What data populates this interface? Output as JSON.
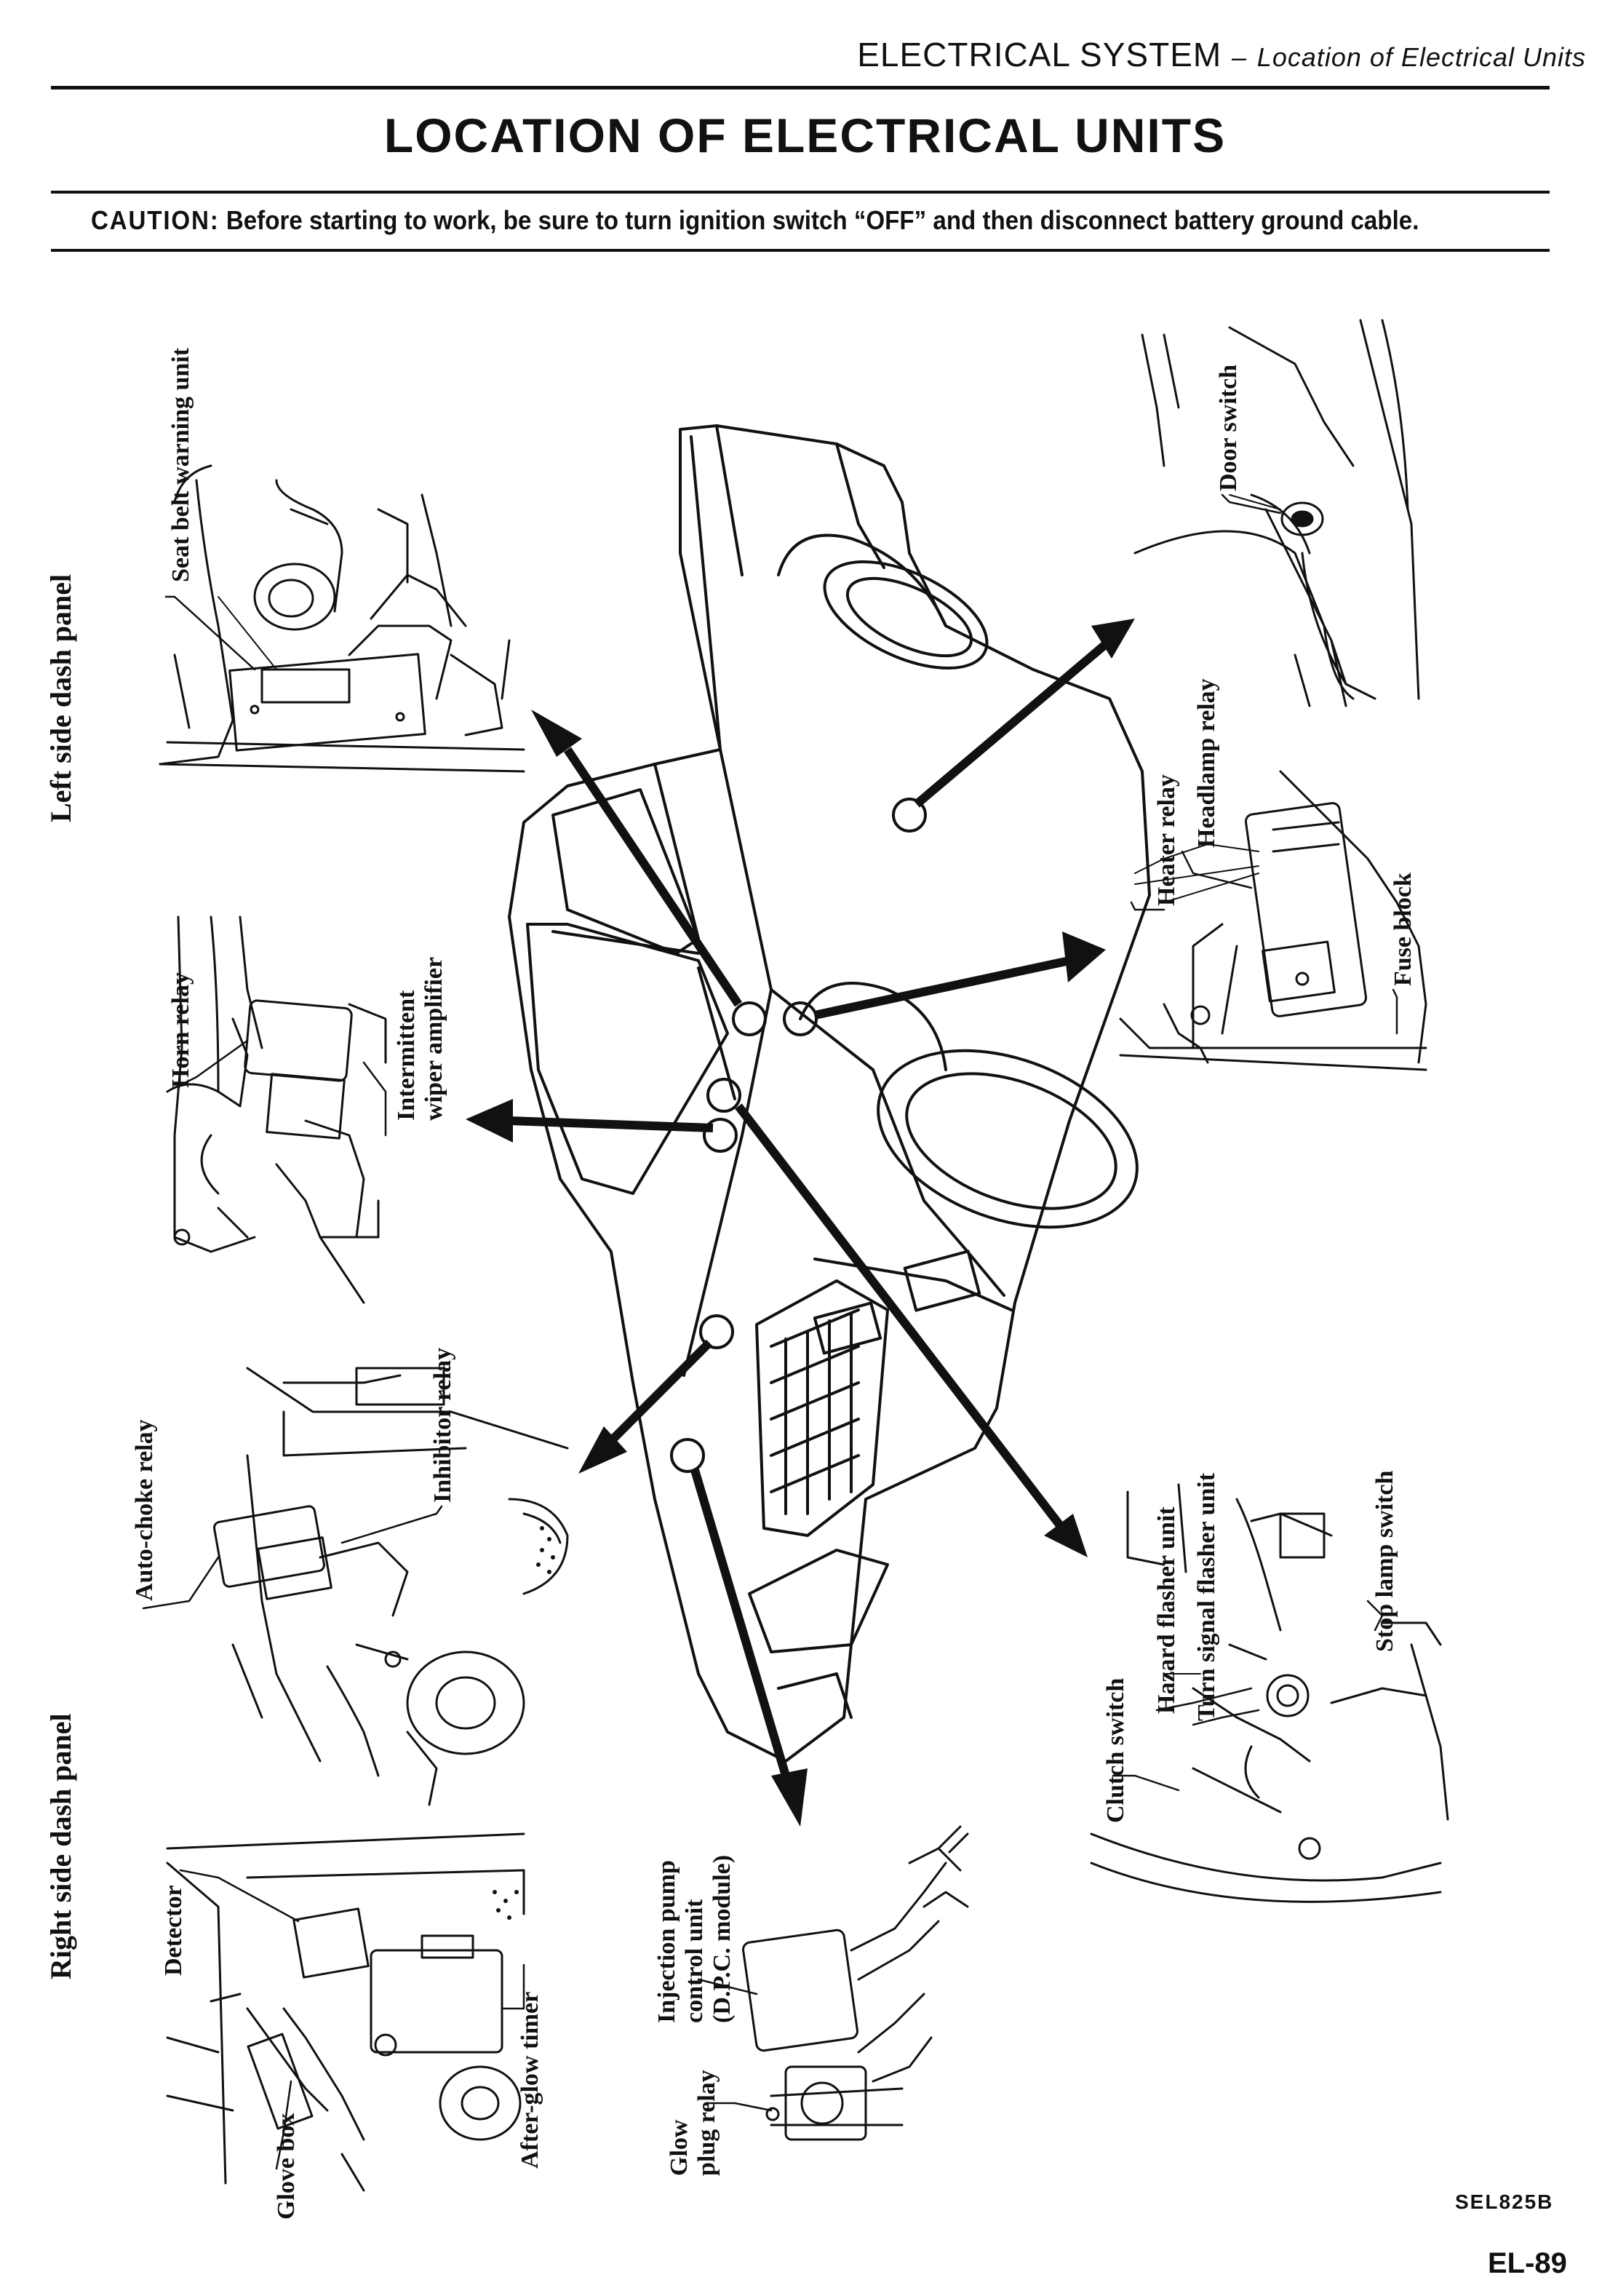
{
  "header": {
    "section": "ELECTRICAL SYSTEM",
    "separator": "–",
    "subsection": "Location of Electrical Units"
  },
  "title": "LOCATION OF ELECTRICAL UNITS",
  "caution": {
    "label": "CAUTION:",
    "text": "Before starting to work, be sure to turn ignition switch “OFF” and then disconnect battery ground cable."
  },
  "panels": {
    "left_side_dash_panel": "Left side dash panel",
    "right_side_dash_panel": "Right side dash panel"
  },
  "labels": {
    "seat_belt_warning_unit": "Seat belt warning unit",
    "door_switch": "Door switch",
    "heater_relay": "Heater relay",
    "headlamp_relay": "Headlamp relay",
    "fuse_block": "Fuse block",
    "horn_relay": "Horn relay",
    "intermittent_wiper_amplifier": [
      "Intermittent",
      "wiper amplifier"
    ],
    "auto_choke_relay": "Auto-choke relay",
    "inhibitor_relay": "Inhibitor relay",
    "hazard_flasher_unit": "Hazard flasher unit",
    "turn_signal_flasher_unit": "Turn signal flasher unit",
    "stop_lamp_switch": "Stop lamp switch",
    "clutch_switch": "Clutch switch",
    "detector": "Detector",
    "after_glow_timer": "After-glow timer",
    "glove_box": "Glove box",
    "injection_pump_control_unit": [
      "Injection pump",
      "control unit",
      "(D.P.C. module)"
    ],
    "glow_plug_relay": [
      "Glow",
      "plug relay"
    ]
  },
  "figure_code": "SEL825B",
  "page_number": "EL-89"
}
